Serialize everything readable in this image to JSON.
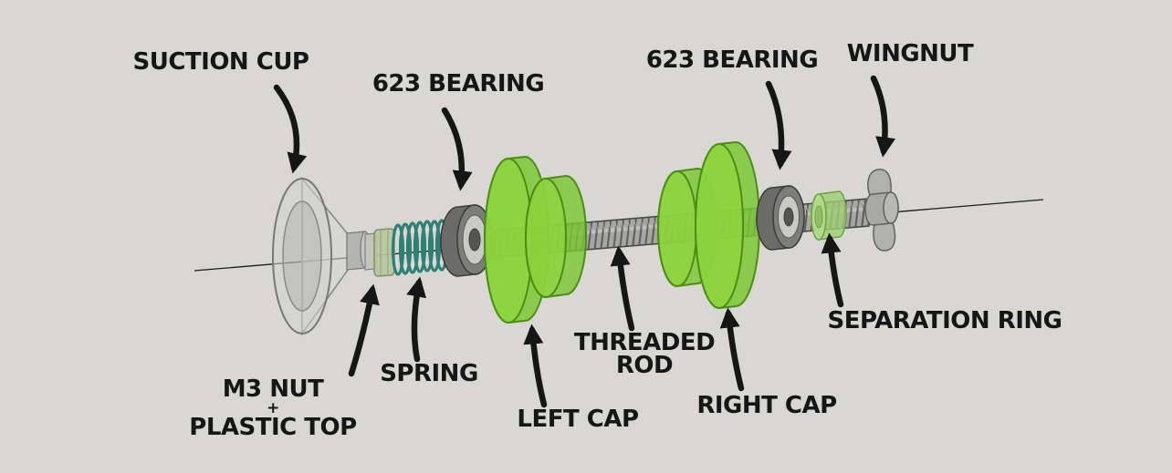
{
  "scene": {
    "background_color": "#d8d7d4"
  },
  "colors": {
    "cap_green": "#79c72f",
    "cap_green_light": "#8ed53e",
    "cap_green_dark": "#4c8d12",
    "spring_teal": "#2e7f74",
    "metal_gray": "#a6a6a2",
    "metal_dark": "#4a4a46",
    "label_color": "#161616"
  },
  "labels": {
    "suction_cup": "SUCTION CUP",
    "bearing_left": "623 BEARING",
    "bearing_right": "623 BEARING",
    "wingnut": "WINGNUT",
    "m3_nut_line1": "M3 NUT",
    "m3_nut_line2": "+",
    "m3_nut_line3": "PLASTIC TOP",
    "spring": "SPRING",
    "left_cap": "LEFT CAP",
    "threaded_rod_line1": "THREADED",
    "threaded_rod_line2": "ROD",
    "right_cap": "RIGHT CAP",
    "separation_ring": "SEPARATION RING"
  }
}
